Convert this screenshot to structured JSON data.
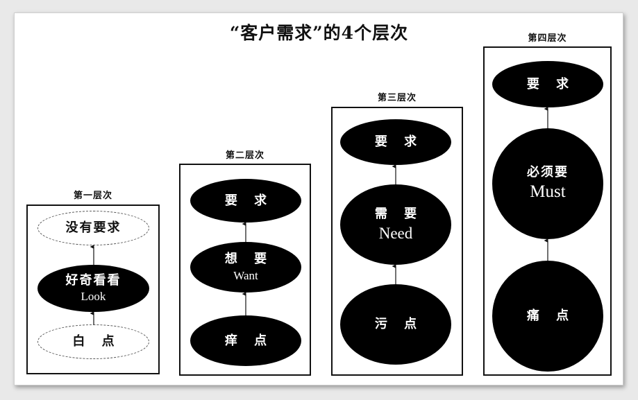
{
  "title": "“客户需求”的4个层次",
  "levels": [
    {
      "label": "第一层次",
      "nodes": [
        {
          "cn": "没有要求",
          "en": ""
        },
        {
          "cn": "好奇看看",
          "en": "Look"
        },
        {
          "cn": "白 点",
          "en": ""
        }
      ]
    },
    {
      "label": "第二层次",
      "nodes": [
        {
          "cn": "要 求",
          "en": ""
        },
        {
          "cn": "想 要",
          "en": "Want"
        },
        {
          "cn": "痒 点",
          "en": ""
        }
      ]
    },
    {
      "label": "第三层次",
      "nodes": [
        {
          "cn": "要 求",
          "en": ""
        },
        {
          "cn": "需 要",
          "en": "Need"
        },
        {
          "cn": "污 点",
          "en": ""
        }
      ]
    },
    {
      "label": "第四层次",
      "nodes": [
        {
          "cn": "要 求",
          "en": ""
        },
        {
          "cn": "必须要",
          "en": "Must"
        },
        {
          "cn": "痛 点",
          "en": ""
        }
      ]
    }
  ]
}
